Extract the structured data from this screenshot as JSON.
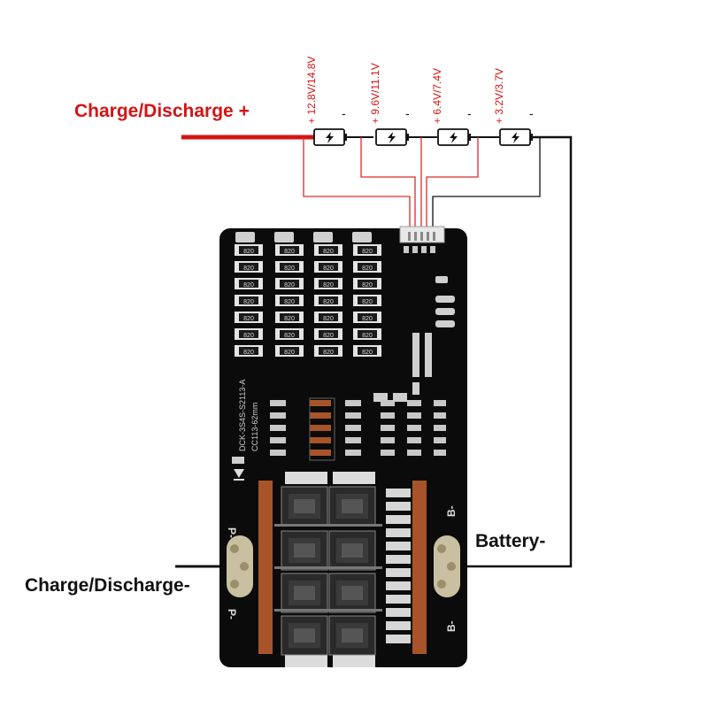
{
  "labels": {
    "charge_positive": "Charge/Discharge +",
    "charge_negative": "Charge/Discharge-",
    "battery_negative": "Battery-"
  },
  "cells": [
    {
      "voltage": "+ 12.8V/14.8V",
      "minus": "-"
    },
    {
      "voltage": "+ 9.6V/11.1V",
      "minus": "-"
    },
    {
      "voltage": "+ 6.4V/7.4V",
      "minus": "-"
    },
    {
      "voltage": "+ 3.2V/3.7V",
      "minus": "-"
    }
  ],
  "board": {
    "silkscreen_model": "DCK-3S4S-S2113-A",
    "silkscreen_size": "CC113-62mm",
    "pad_p_top": "P-",
    "pad_p_bottom": "P-",
    "pad_b_top": "B-",
    "pad_b_bottom": "B-",
    "resistor_code": "820"
  },
  "colors": {
    "positive_wire": "#d41414",
    "balance_wire": "#e02a2a",
    "negative_wire": "#111111",
    "pcb": "#0b0b0b",
    "copper": "#a8542a"
  },
  "icons": [
    "battery-cell-icon"
  ]
}
